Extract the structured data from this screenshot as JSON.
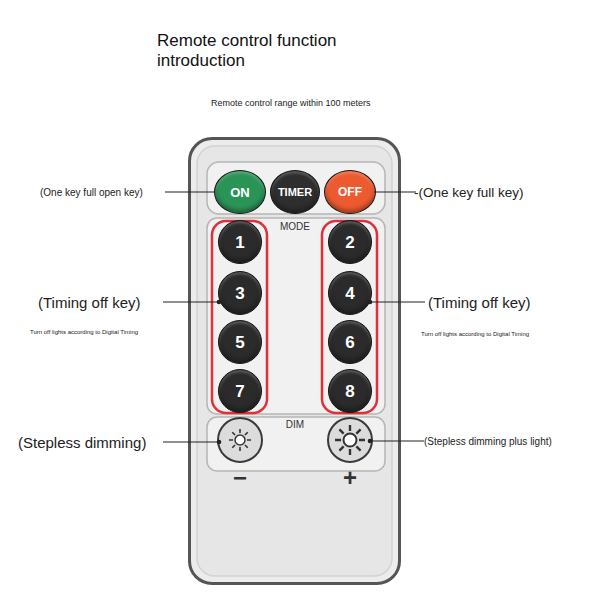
{
  "diagram": {
    "title": "Remote control function introduction",
    "nodes": [
      {
        "text": [
          "MODE",
          "DIM",
          "−",
          "+"
        ]
      },
      {
        "text": [
          "ON"
        ],
        "in": 0
      },
      {
        "text": [
          "TIMER"
        ],
        "in": 0
      },
      {
        "text": [
          "OFF"
        ],
        "in": 0
      },
      {
        "text": [
          "1"
        ],
        "in": 0
      },
      {
        "text": [
          "2"
        ],
        "in": 0
      },
      {
        "text": [
          "3"
        ],
        "in": 0
      },
      {
        "text": [
          "4"
        ],
        "in": 0
      },
      {
        "text": [
          "5"
        ],
        "in": 0
      },
      {
        "text": [
          "6"
        ],
        "in": 0
      },
      {
        "text": [
          "7"
        ],
        "in": 0
      },
      {
        "text": [
          "8"
        ],
        "in": 0
      }
    ],
    "labels": [
      "Remote control range within 100 meters",
      "(One key full open key)",
      "-(One key full key)",
      "(Timing off key)",
      "Turn off lights according to Digital Timing",
      "(Timing off key)",
      "Turn off lights according to Digital Timing",
      "(Stepless dimming)",
      "(Stepless dimming plus light)"
    ]
  }
}
